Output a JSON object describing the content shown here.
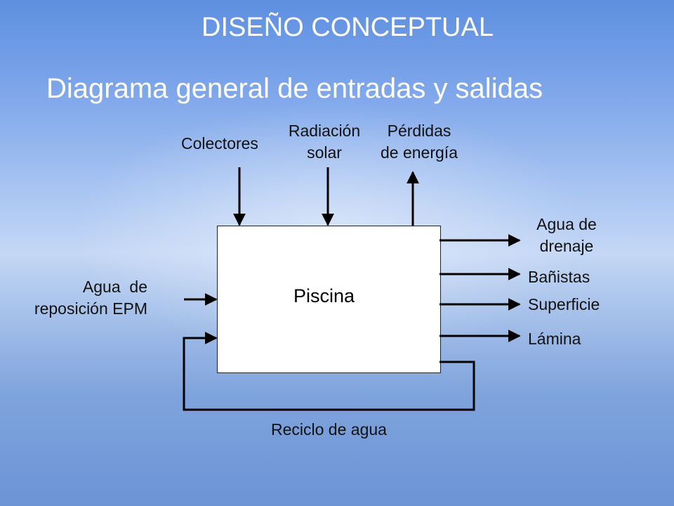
{
  "slide": {
    "title": "DISEÑO CONCEPTUAL",
    "subtitle": "Diagrama general de entradas y salidas"
  },
  "diagram": {
    "process": "Piscina",
    "inputs_top": {
      "colectores": "Colectores",
      "radiacion_line1": "Radiación",
      "radiacion_line2": "solar"
    },
    "output_top": {
      "perdidas_line1": "Pérdidas",
      "perdidas_line2": "de energía"
    },
    "input_left": {
      "line1": "Agua  de",
      "line2": "reposición EPM"
    },
    "outputs_right": {
      "drenaje_line1": "Agua de",
      "drenaje_line2": "drenaje",
      "banistas": "Bañistas",
      "superficie": "Superficie",
      "lamina": "Lámina"
    },
    "recycle": "Reciclo de agua"
  }
}
